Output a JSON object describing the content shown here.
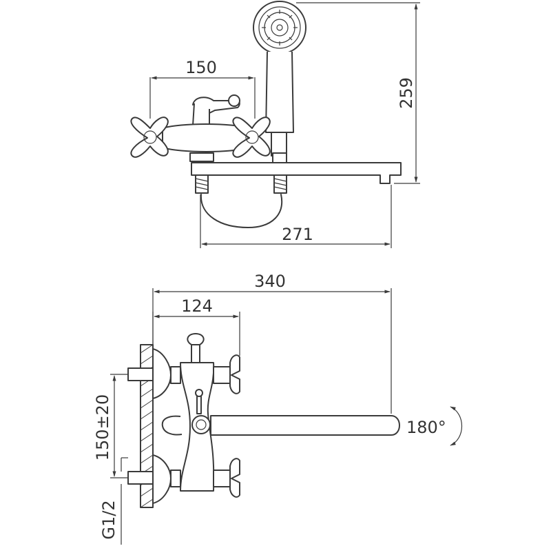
{
  "dimensions": {
    "top_spacing": "150",
    "overall_height": "259",
    "spout_reach_top": "271",
    "overall_length": "340",
    "wall_to_body": "124",
    "inlet_spacing": "150±20",
    "thread": "G1/2",
    "rotation": "180°"
  }
}
